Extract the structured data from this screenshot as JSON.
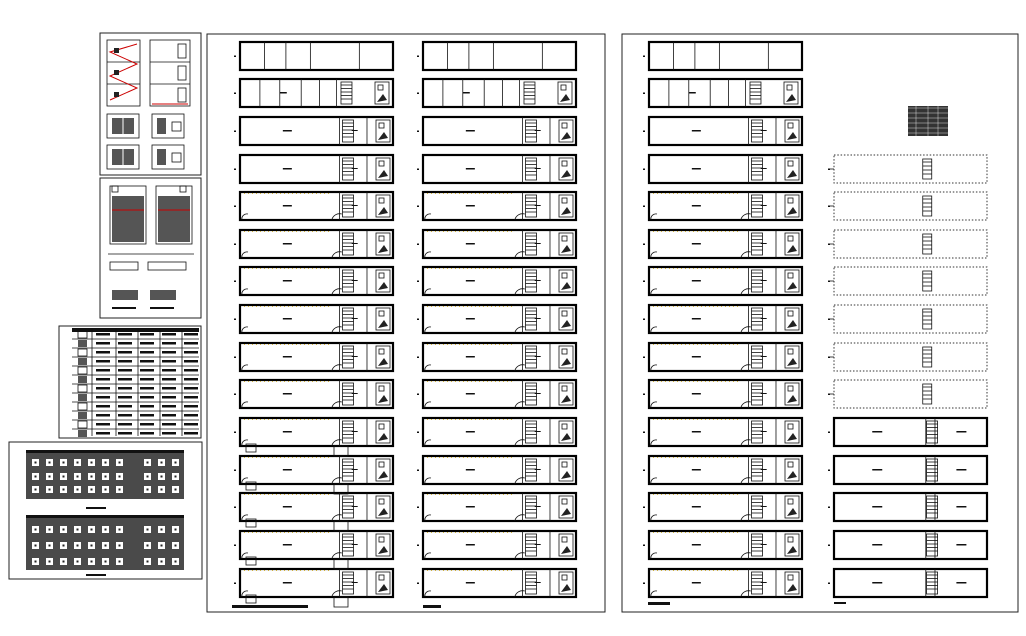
{
  "sheet_left": {
    "columns": 2,
    "rows": 15
  },
  "sheet_right": {
    "left_column_rows": 15,
    "right_column_rows": 12
  },
  "detail_panels": [
    "stair-sections",
    "stair-elevations",
    "schedule-table",
    "building-elevations"
  ],
  "colors": {
    "line": "#000000",
    "accent_red": "#c00000",
    "accent_yellow": "#c9a000",
    "accent_cyan": "#00aeb0"
  }
}
